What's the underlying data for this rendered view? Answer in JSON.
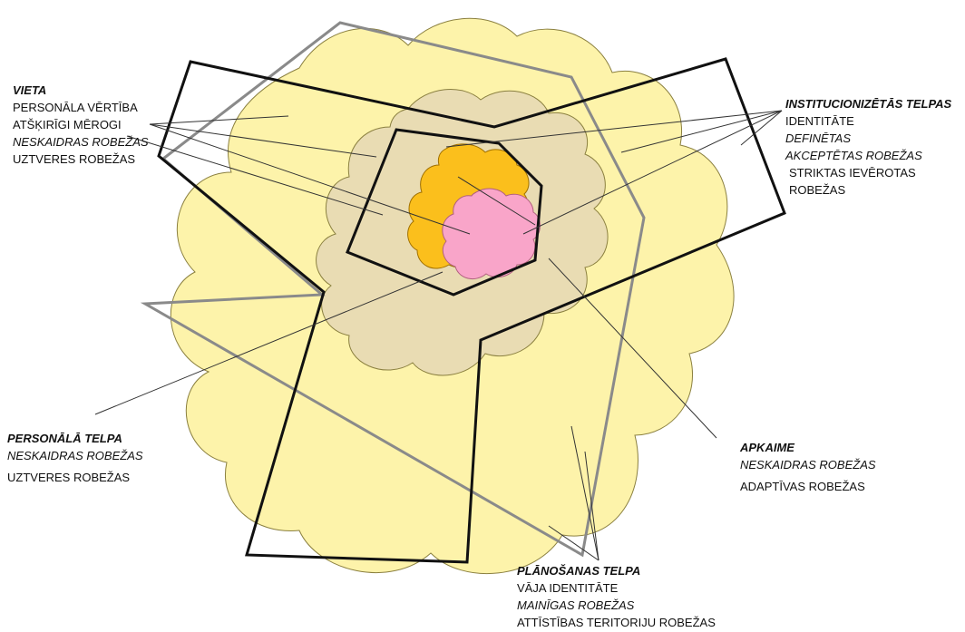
{
  "colors": {
    "outer_cloud": "#fdf3aa",
    "planning_cloud": "#fdf3aa",
    "neighbourhood_cloud": "#e9dcb3",
    "place_blob": "#fbbf1c",
    "personal_blob": "#f9a5c9",
    "institutional_boundary": "#111111",
    "planning_boundary": "#8a8a8a",
    "leader_lines": "#333333"
  },
  "labels": {
    "vieta": {
      "title": "VIETA",
      "lines": [
        "PERSONĀLA VĒRTĪBA",
        "ATŠĶIRĪGI MĒROGI",
        "NESKAIDRAS ROBEŽAS",
        "UZTVERES ROBEŽAS"
      ]
    },
    "institucionizetas": {
      "title": "INSTITUCIONIZĒTĀS TELPAS",
      "lines": [
        "IDENTITĀTE",
        "DEFINĒTAS",
        "AKCEPTĒTAS ROBEŽAS",
        "STRIKTAS IEVĒROTAS",
        "ROBEŽAS"
      ]
    },
    "personala": {
      "title": "PERSONĀLĀ TELPA",
      "lines": [
        "NESKAIDRAS ROBEŽAS",
        "UZTVERES ROBEŽAS"
      ]
    },
    "apkaime": {
      "title": "APKAIME",
      "lines": [
        "NESKAIDRAS ROBEŽAS",
        "ADAPTĪVAS ROBEŽAS"
      ]
    },
    "planosanas": {
      "title": "PLĀNOŠANAS TELPA",
      "lines": [
        "VĀJA IDENTITĀTE",
        "MAINĪGAS ROBEŽAS",
        "ATTĪSTĪBAS TERITORIJU ROBEŽAS"
      ]
    }
  }
}
